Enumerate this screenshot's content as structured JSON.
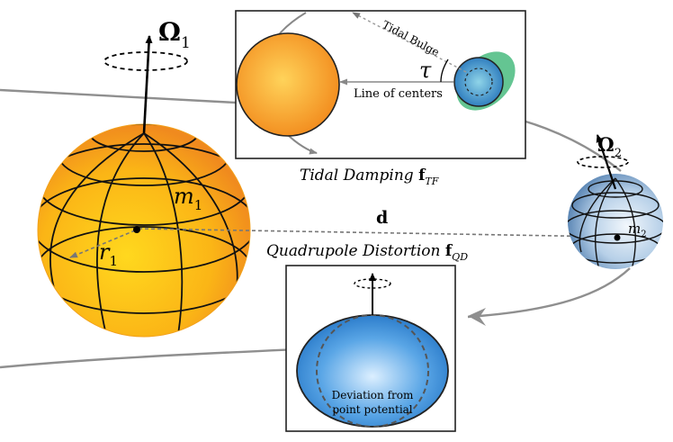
{
  "labels": {
    "omega1_base": "Ω",
    "omega1_sub": "1",
    "omega2_base": "Ω",
    "omega2_sub": "2",
    "m1_base": "m",
    "m1_sub": "1",
    "r1_base": "r",
    "r1_sub": "1",
    "m2_base": "m",
    "m2_sub": "2",
    "d": "d",
    "tau": "τ",
    "tidal_bulge": "Tidal Bulge",
    "line_of_centers": "Line of centers",
    "tidal_damping_text": "Tidal Damping ",
    "tidal_damping_f": "f",
    "tidal_damping_sub": "TF",
    "quad_text": "Quadrupole Distortion ",
    "quad_f": "f",
    "quad_sub": "QD",
    "deviation_line1": "Deviation from",
    "deviation_line2": "point potential"
  },
  "colors": {
    "star_orange": "#f5a623",
    "star_yellow": "#ffd21e",
    "companion_blue": "#7fa9d1",
    "inset_blue": "#2f86d6",
    "bulge_green": "#5cc28c",
    "orbit_gray": "#8a8a8a"
  }
}
